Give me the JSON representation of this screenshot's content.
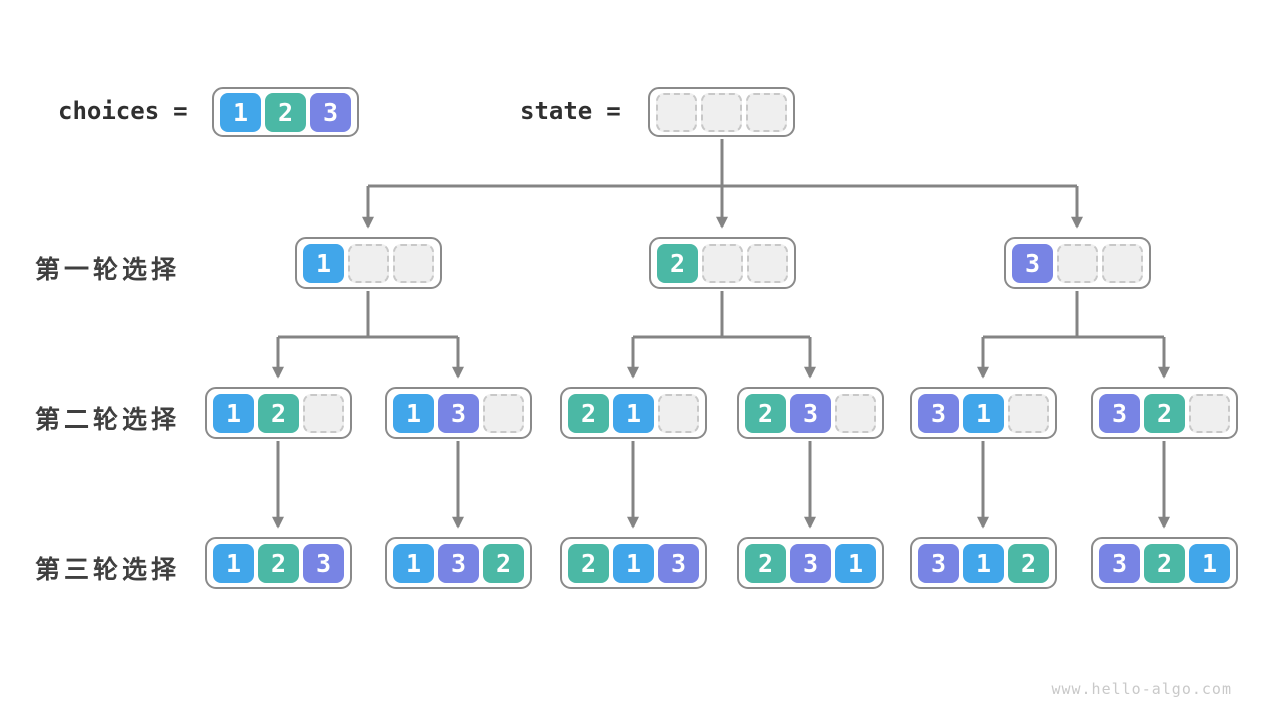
{
  "colors": {
    "value1": "#41A6EA",
    "value2": "#4BB8A5",
    "value3": "#7884E4",
    "arrow": "#848484",
    "container_border": "#8A8A8A",
    "empty_fill": "#EFEFEF",
    "empty_border": "#C8C8C8",
    "label_text": "#3F3F3F",
    "watermark": "#C9C9C9"
  },
  "header": {
    "choices_label": "choices",
    "equals": "=",
    "choices_values": [
      "1",
      "2",
      "3"
    ],
    "state_label": "state",
    "state_values": [
      "",
      "",
      ""
    ]
  },
  "row_labels": [
    "第一轮选择",
    "第二轮选择",
    "第三轮选择"
  ],
  "tree": {
    "round1": [
      [
        "1",
        "",
        ""
      ],
      [
        "2",
        "",
        ""
      ],
      [
        "3",
        "",
        ""
      ]
    ],
    "round2": [
      [
        "1",
        "2",
        ""
      ],
      [
        "1",
        "3",
        ""
      ],
      [
        "2",
        "1",
        ""
      ],
      [
        "2",
        "3",
        ""
      ],
      [
        "3",
        "1",
        ""
      ],
      [
        "3",
        "2",
        ""
      ]
    ],
    "round3": [
      [
        "1",
        "2",
        "3"
      ],
      [
        "1",
        "3",
        "2"
      ],
      [
        "2",
        "1",
        "3"
      ],
      [
        "2",
        "3",
        "1"
      ],
      [
        "3",
        "1",
        "2"
      ],
      [
        "3",
        "2",
        "1"
      ]
    ]
  },
  "watermark": "www.hello-algo.com"
}
